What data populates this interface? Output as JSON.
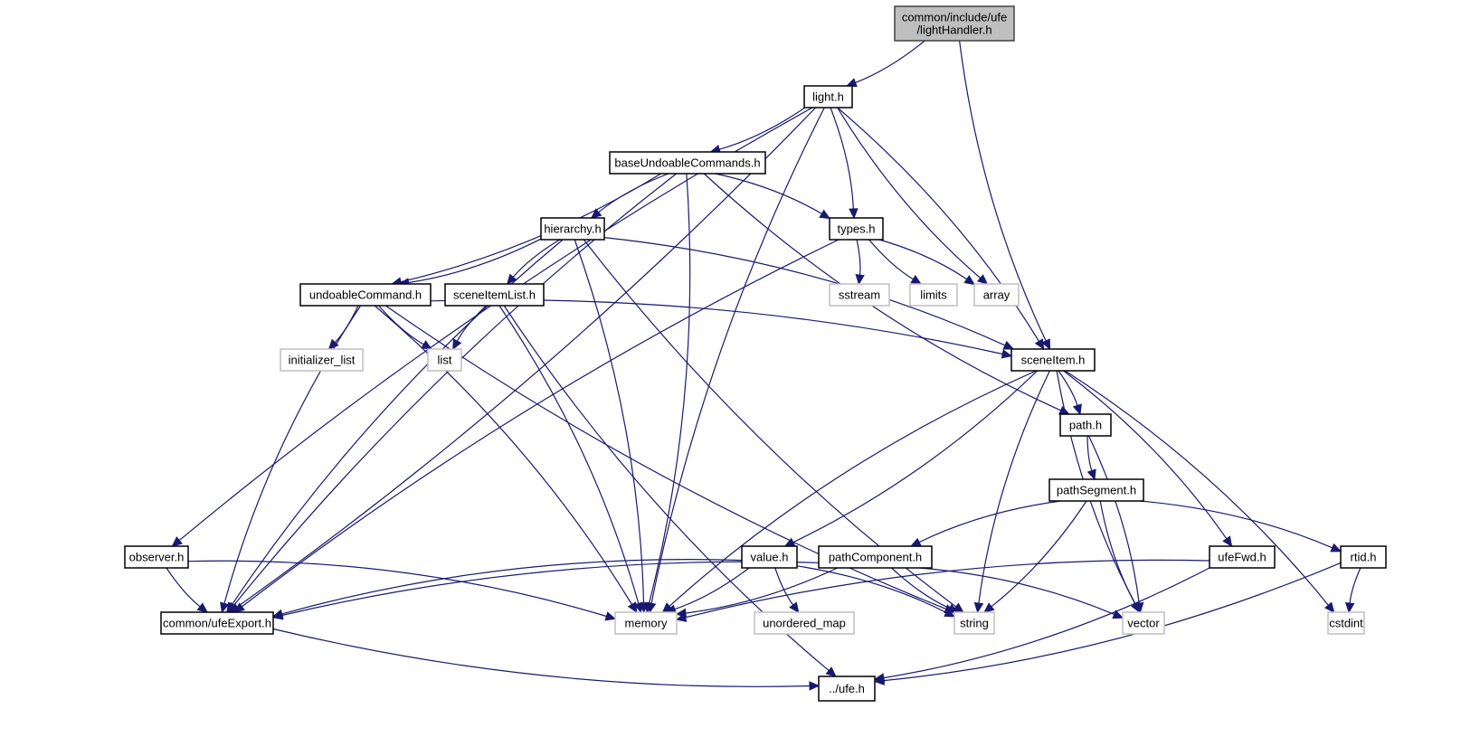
{
  "diagram": {
    "type": "include-dependency-graph",
    "colors": {
      "edge": "#191970",
      "root_fill": "#bfbfbf",
      "root_border": "#404040",
      "internal_border": "#000000",
      "external_border": "#bfbfbf",
      "external_text": "#000000"
    },
    "nodes": [
      {
        "id": "lightHandler",
        "lines": [
          "common/include/ufe",
          "/lightHandler.h"
        ],
        "kind": "root"
      },
      {
        "id": "light",
        "lines": [
          "light.h"
        ],
        "kind": "internal"
      },
      {
        "id": "baseUndoableCommands",
        "lines": [
          "baseUndoableCommands.h"
        ],
        "kind": "internal"
      },
      {
        "id": "hierarchy",
        "lines": [
          "hierarchy.h"
        ],
        "kind": "internal"
      },
      {
        "id": "types",
        "lines": [
          "types.h"
        ],
        "kind": "internal"
      },
      {
        "id": "undoableCommand",
        "lines": [
          "undoableCommand.h"
        ],
        "kind": "internal"
      },
      {
        "id": "sceneItemList",
        "lines": [
          "sceneItemList.h"
        ],
        "kind": "internal"
      },
      {
        "id": "sstream",
        "lines": [
          "sstream"
        ],
        "kind": "external"
      },
      {
        "id": "limits",
        "lines": [
          "limits"
        ],
        "kind": "external"
      },
      {
        "id": "array",
        "lines": [
          "array"
        ],
        "kind": "external"
      },
      {
        "id": "initializer_list",
        "lines": [
          "initializer_list"
        ],
        "kind": "external"
      },
      {
        "id": "list",
        "lines": [
          "list"
        ],
        "kind": "external"
      },
      {
        "id": "sceneItem",
        "lines": [
          "sceneItem.h"
        ],
        "kind": "internal"
      },
      {
        "id": "path",
        "lines": [
          "path.h"
        ],
        "kind": "internal"
      },
      {
        "id": "pathSegment",
        "lines": [
          "pathSegment.h"
        ],
        "kind": "internal"
      },
      {
        "id": "observer",
        "lines": [
          "observer.h"
        ],
        "kind": "internal"
      },
      {
        "id": "value",
        "lines": [
          "value.h"
        ],
        "kind": "internal"
      },
      {
        "id": "pathComponent",
        "lines": [
          "pathComponent.h"
        ],
        "kind": "internal"
      },
      {
        "id": "ufeFwd",
        "lines": [
          "ufeFwd.h"
        ],
        "kind": "internal"
      },
      {
        "id": "rtid",
        "lines": [
          "rtid.h"
        ],
        "kind": "internal"
      },
      {
        "id": "ufeExport",
        "lines": [
          "common/ufeExport.h"
        ],
        "kind": "internal"
      },
      {
        "id": "memory",
        "lines": [
          "memory"
        ],
        "kind": "external"
      },
      {
        "id": "unordered_map",
        "lines": [
          "unordered_map"
        ],
        "kind": "external"
      },
      {
        "id": "string",
        "lines": [
          "string"
        ],
        "kind": "external"
      },
      {
        "id": "vector",
        "lines": [
          "vector"
        ],
        "kind": "external"
      },
      {
        "id": "cstdint",
        "lines": [
          "cstdint"
        ],
        "kind": "external"
      },
      {
        "id": "ufe",
        "lines": [
          "../ufe.h"
        ],
        "kind": "internal"
      }
    ],
    "edges": [
      [
        "lightHandler",
        "light"
      ],
      [
        "lightHandler",
        "sceneItem"
      ],
      [
        "light",
        "ufeExport"
      ],
      [
        "light",
        "observer"
      ],
      [
        "light",
        "baseUndoableCommands"
      ],
      [
        "light",
        "memory"
      ],
      [
        "light",
        "types"
      ],
      [
        "light",
        "array"
      ],
      [
        "light",
        "sceneItem"
      ],
      [
        "baseUndoableCommands",
        "ufeExport"
      ],
      [
        "baseUndoableCommands",
        "undoableCommand"
      ],
      [
        "baseUndoableCommands",
        "hierarchy"
      ],
      [
        "baseUndoableCommands",
        "memory"
      ],
      [
        "baseUndoableCommands",
        "path"
      ],
      [
        "baseUndoableCommands",
        "types"
      ],
      [
        "hierarchy",
        "ufeExport"
      ],
      [
        "hierarchy",
        "undoableCommand"
      ],
      [
        "hierarchy",
        "sceneItemList"
      ],
      [
        "hierarchy",
        "memory"
      ],
      [
        "hierarchy",
        "string"
      ],
      [
        "hierarchy",
        "sceneItem"
      ],
      [
        "types",
        "ufeExport"
      ],
      [
        "types",
        "sstream"
      ],
      [
        "types",
        "limits"
      ],
      [
        "types",
        "array"
      ],
      [
        "undoableCommand",
        "ufeExport"
      ],
      [
        "undoableCommand",
        "initializer_list"
      ],
      [
        "undoableCommand",
        "list"
      ],
      [
        "undoableCommand",
        "memory"
      ],
      [
        "undoableCommand",
        "string"
      ],
      [
        "undoableCommand",
        "sceneItem"
      ],
      [
        "sceneItemList",
        "list"
      ],
      [
        "sceneItemList",
        "memory"
      ],
      [
        "sceneItemList",
        "ufe"
      ],
      [
        "sceneItem",
        "path"
      ],
      [
        "sceneItem",
        "memory"
      ],
      [
        "sceneItem",
        "value"
      ],
      [
        "sceneItem",
        "string"
      ],
      [
        "sceneItem",
        "ufeFwd"
      ],
      [
        "sceneItem",
        "vector"
      ],
      [
        "sceneItem",
        "cstdint"
      ],
      [
        "path",
        "pathSegment"
      ],
      [
        "path",
        "vector"
      ],
      [
        "pathSegment",
        "pathComponent"
      ],
      [
        "pathSegment",
        "string"
      ],
      [
        "pathSegment",
        "vector"
      ],
      [
        "pathSegment",
        "rtid"
      ],
      [
        "observer",
        "ufeExport"
      ],
      [
        "observer",
        "memory"
      ],
      [
        "value",
        "ufeExport"
      ],
      [
        "value",
        "memory"
      ],
      [
        "value",
        "unordered_map"
      ],
      [
        "value",
        "string"
      ],
      [
        "pathComponent",
        "ufeExport"
      ],
      [
        "pathComponent",
        "memory"
      ],
      [
        "pathComponent",
        "string"
      ],
      [
        "pathComponent",
        "vector"
      ],
      [
        "ufeFwd",
        "memory"
      ],
      [
        "ufeFwd",
        "ufe"
      ],
      [
        "rtid",
        "cstdint"
      ],
      [
        "rtid",
        "ufe"
      ],
      [
        "ufeExport",
        "ufe"
      ]
    ]
  }
}
